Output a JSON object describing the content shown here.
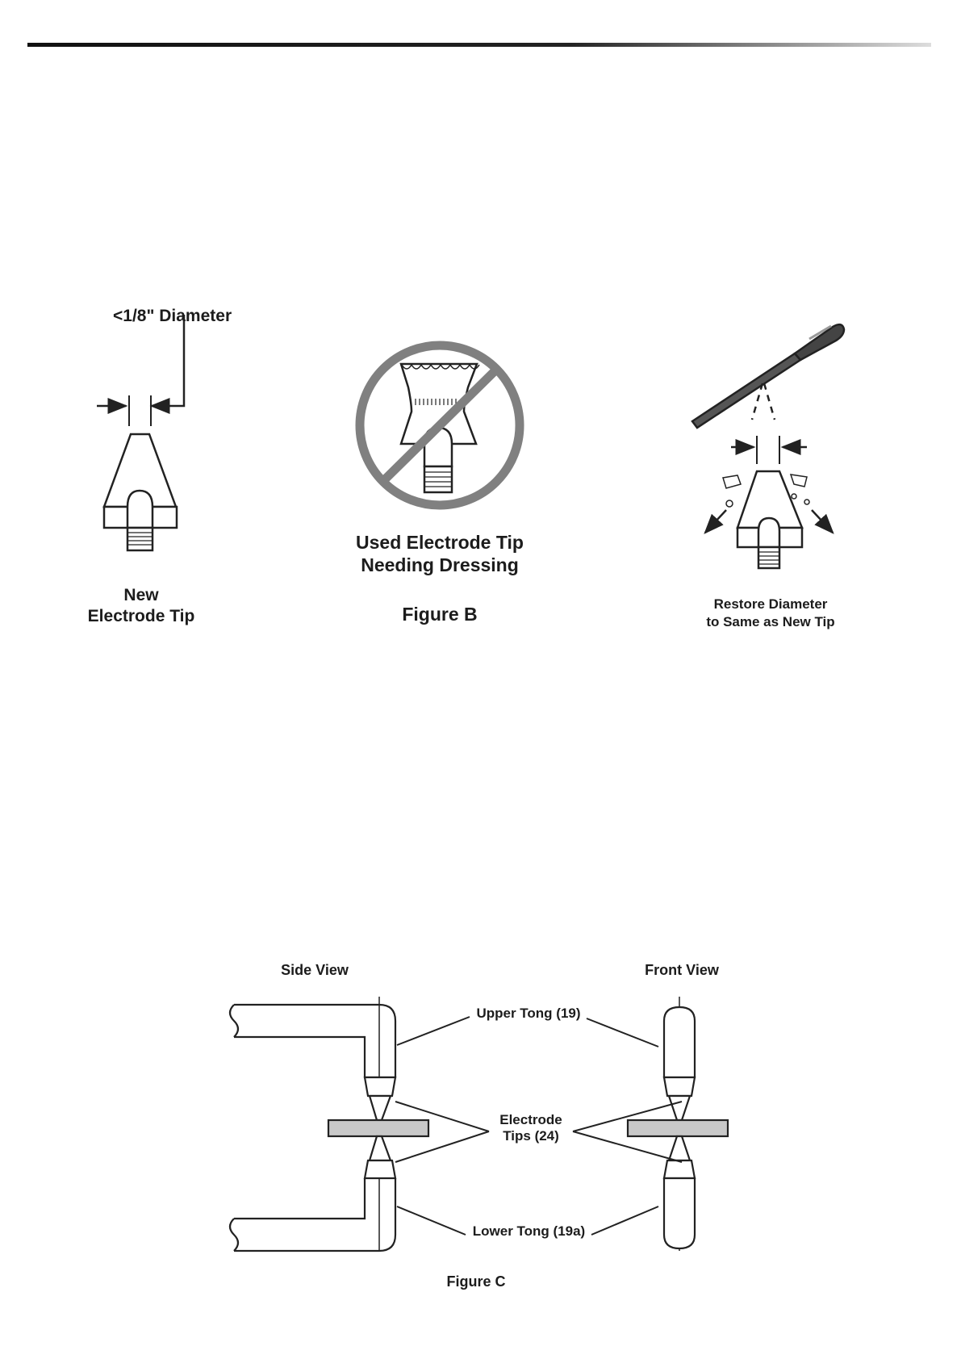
{
  "figure_b": {
    "diameter_label": "<1/8\" Diameter",
    "new_tip": {
      "line1": "New",
      "line2": "Electrode Tip"
    },
    "used_tip": {
      "line1": "Used Electrode Tip",
      "line2": "Needing Dressing"
    },
    "caption": "Figure B",
    "restore": {
      "line1": "Restore Diameter",
      "line2": "to Same as New Tip"
    }
  },
  "figure_c": {
    "side_view": "Side View",
    "front_view": "Front View",
    "upper_tong": "Upper Tong (19)",
    "electrode_tips": {
      "line1": "Electrode",
      "line2": "Tips (24)"
    },
    "lower_tong": "Lower Tong (19a)",
    "caption": "Figure C"
  }
}
